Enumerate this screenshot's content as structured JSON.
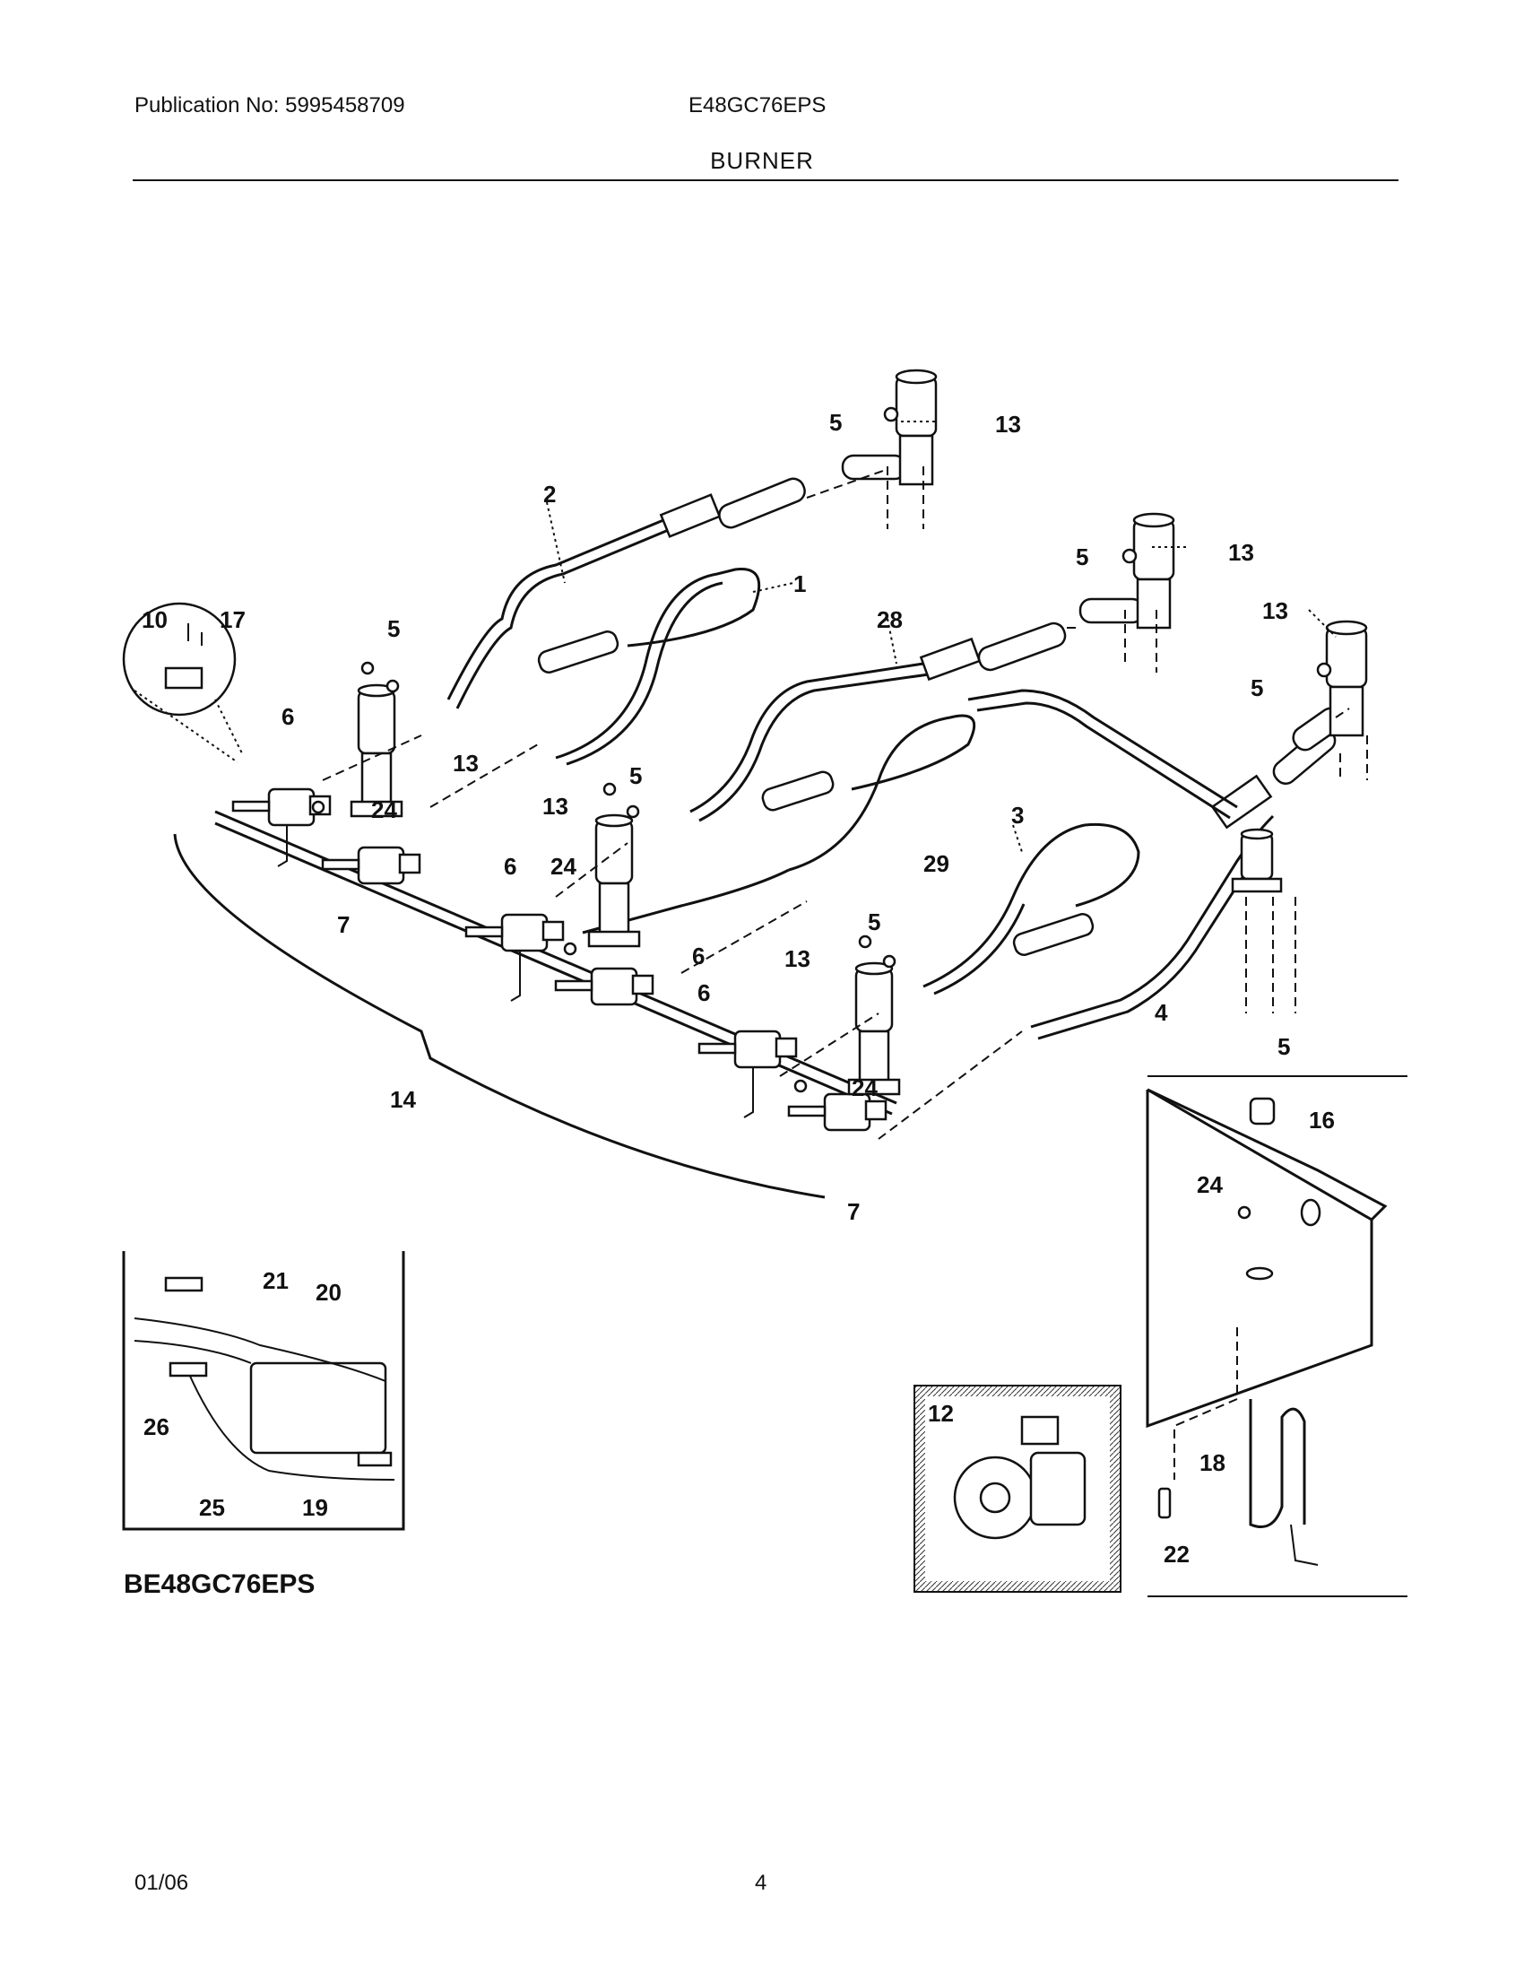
{
  "header": {
    "publication": "Publication No: 5995458709",
    "model": "E48GC76EPS",
    "section": "BURNER"
  },
  "footer": {
    "date": "01/06",
    "page": "4"
  },
  "diagram": {
    "inset_model_label": "BE48GC76EPS",
    "callouts": {
      "c1": "1",
      "c2": "2",
      "c3": "3",
      "c4": "4",
      "c5a": "5",
      "c5b": "5",
      "c5c": "5",
      "c5d": "5",
      "c5e": "5",
      "c5f": "5",
      "c5g": "5",
      "c6a": "6",
      "c6b": "6",
      "c6c": "6",
      "c6d": "6",
      "c7a": "7",
      "c7b": "7",
      "c10": "10",
      "c12": "12",
      "c13a": "13",
      "c13b": "13",
      "c13c": "13",
      "c13d": "13",
      "c13e": "13",
      "c13f": "13",
      "c14": "14",
      "c16": "16",
      "c17": "17",
      "c18": "18",
      "c19": "19",
      "c20": "20",
      "c21": "21",
      "c22": "22",
      "c24a": "24",
      "c24b": "24",
      "c24c": "24",
      "c24d": "24",
      "c25": "25",
      "c26": "26",
      "c28": "28",
      "c29": "29"
    }
  }
}
